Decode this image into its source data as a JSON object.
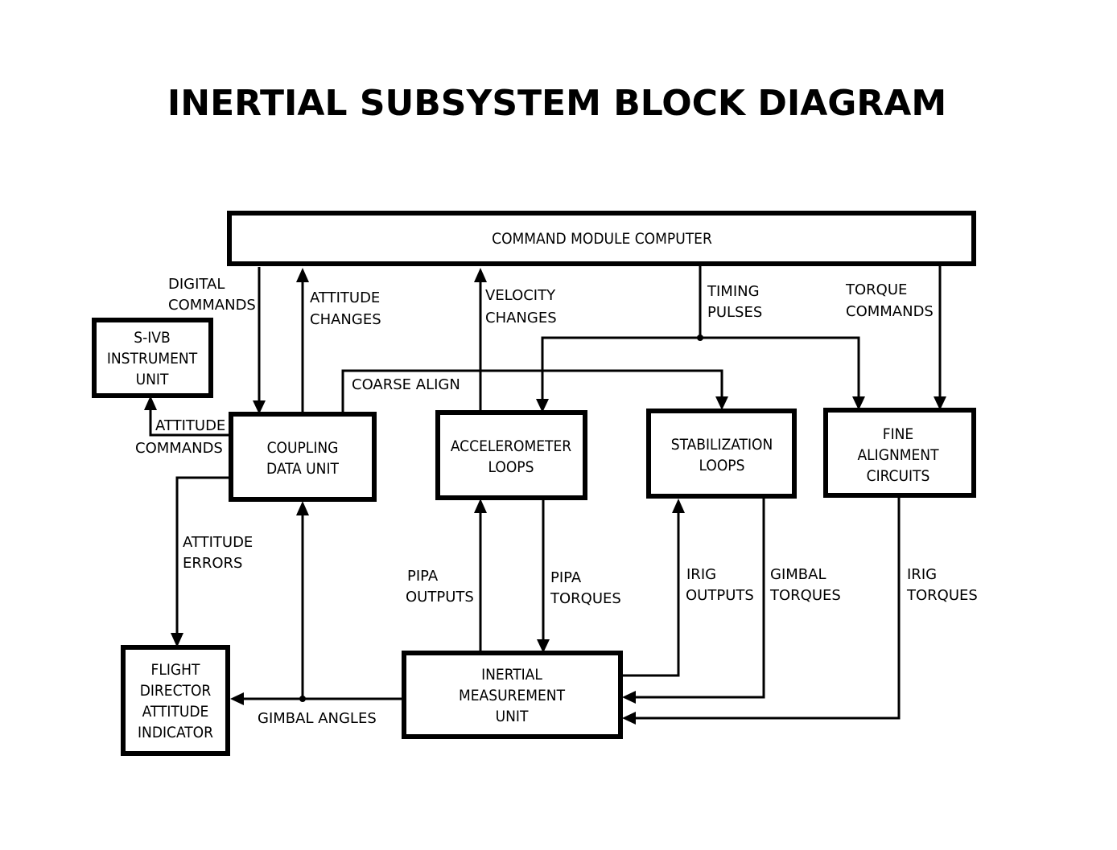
{
  "title": "INERTIAL SUBSYSTEM BLOCK DIAGRAM",
  "blocks": {
    "cmc": [
      "COMMAND MODULE COMPUTER"
    ],
    "sivb": [
      "S-IVB",
      "INSTRUMENT",
      "UNIT"
    ],
    "cdu": [
      "COUPLING",
      "DATA UNIT"
    ],
    "accel": [
      "ACCELEROMETER",
      "LOOPS"
    ],
    "stab": [
      "STABILIZATION",
      "LOOPS"
    ],
    "fine": [
      "FINE",
      "ALIGNMENT",
      "CIRCUITS"
    ],
    "fdai": [
      "FLIGHT",
      "DIRECTOR",
      "ATTITUDE",
      "INDICATOR"
    ],
    "imu": [
      "INERTIAL",
      "MEASUREMENT",
      "UNIT"
    ]
  },
  "signals": {
    "digital_commands": [
      "DIGITAL",
      "COMMANDS"
    ],
    "attitude_changes": [
      "ATTITUDE",
      "CHANGES"
    ],
    "velocity_changes": [
      "VELOCITY",
      "CHANGES"
    ],
    "timing_pulses": [
      "TIMING",
      "PULSES"
    ],
    "torque_commands": [
      "TORQUE",
      "COMMANDS"
    ],
    "coarse_align": [
      "COARSE ALIGN"
    ],
    "attitude_commands": [
      "ATTITUDE",
      "COMMANDS"
    ],
    "attitude_errors": [
      "ATTITUDE",
      "ERRORS"
    ],
    "pipa_outputs": [
      "PIPA",
      "OUTPUTS"
    ],
    "pipa_torques": [
      "PIPA",
      "TORQUES"
    ],
    "irig_outputs": [
      "IRIG",
      "OUTPUTS"
    ],
    "gimbal_torques": [
      "GIMBAL",
      "TORQUES"
    ],
    "irig_torques": [
      "IRIG",
      "TORQUES"
    ],
    "gimbal_angles": [
      "GIMBAL ANGLES"
    ]
  }
}
